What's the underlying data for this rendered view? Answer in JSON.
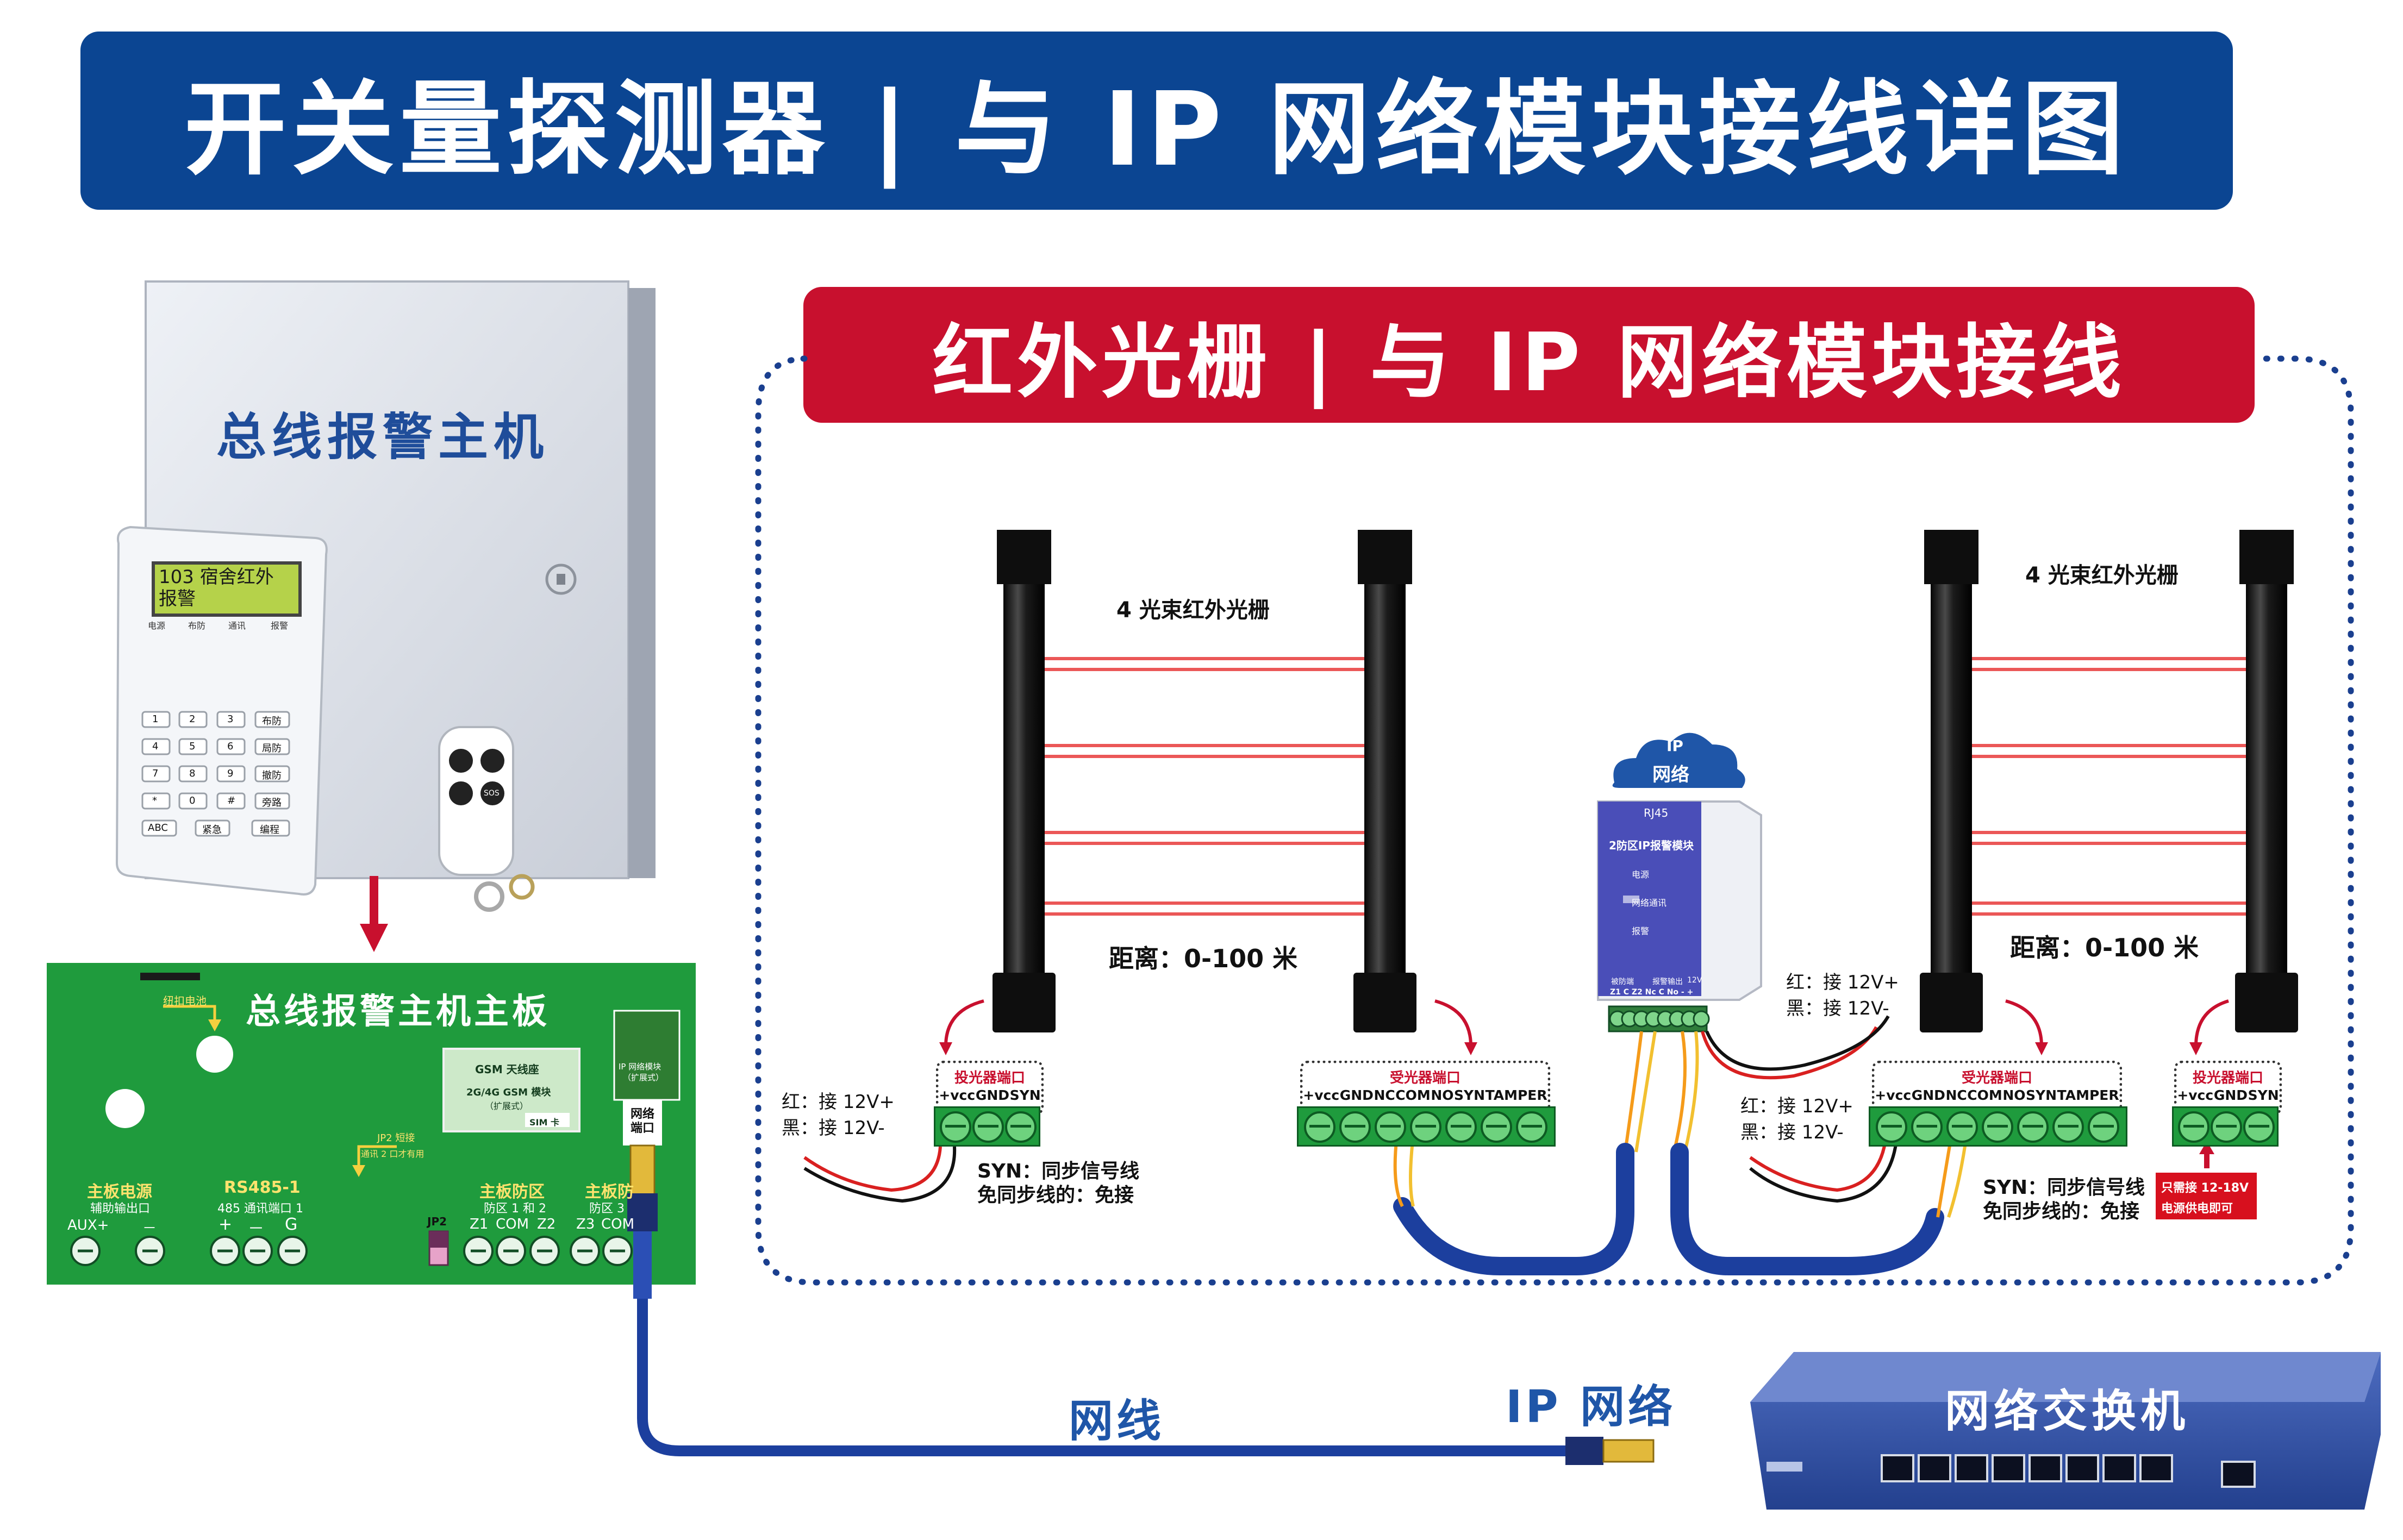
{
  "title": "开关量探测器 | 与 IP 网络模块接线详图",
  "subtitle": "红外光栅 | 与 IP 网络模块接线",
  "alarm_host": {
    "label": "总线报警主机",
    "lcd_text": "103 宿舍红外\n报警",
    "indicators": [
      "电源",
      "布防",
      "通讯",
      "报警"
    ],
    "keys": [
      "1",
      "2",
      "3",
      "布防",
      "4",
      "5",
      "6",
      "局防",
      "7",
      "8",
      "9",
      "撤防",
      "*",
      "0",
      "#",
      "旁路",
      "ABC",
      "紧急",
      "编程"
    ],
    "remote_keys": [
      "SOS"
    ]
  },
  "mainboard": {
    "label": "总线报警主机主板",
    "battery_label": "纽扣电池",
    "gsm": {
      "title": "GSM 天线座",
      "line2": "2G/4G GSM 模块",
      "line3": "（扩展式）",
      "sim": "SIM 卡"
    },
    "ip_module_title": "IP 网络模块",
    "ip_module_sub": "（扩展式）",
    "net_port": "网络端口",
    "jp2_note": "JP2 短接",
    "jp2_note2": "通讯 2 口才有用",
    "jp2_label": "JP2",
    "power": {
      "title": "主板电源",
      "sub": "辅助输出口",
      "aux": "AUX+",
      "minus": "－"
    },
    "rs485": {
      "title": "RS485-1",
      "sub": "485 通讯端口 1",
      "plus": "+",
      "minus": "－",
      "g": "G"
    },
    "zone": {
      "title": "主板防区",
      "sub": "防区 1 和 2",
      "z1": "Z1",
      "com": "COM",
      "z2": "Z2"
    },
    "zone2": {
      "title": "主板防",
      "sub": "防区 3",
      "z3": "Z3",
      "com": "COM"
    }
  },
  "grating_left": {
    "beam_label": "4 光束红外光栅",
    "distance_label": "距离：0-100 米"
  },
  "grating_right": {
    "beam_label": "4 光束红外光栅",
    "distance_label": "距离：0-100 米"
  },
  "terminals": {
    "tx_title": "投光器端口",
    "rx_title": "受光器端口",
    "tx_labels": [
      "+vcc",
      "GND",
      "SYN"
    ],
    "rx_labels": [
      "+vcc",
      "GND",
      "NC",
      "COM",
      "NO",
      "SYN",
      "TAMPER"
    ]
  },
  "notes": {
    "red_12v": "红：接 12V+",
    "black_12v": "黑：接 12V-",
    "syn_line1": "SYN：同步信号线",
    "syn_line2": "免同步线的：免接",
    "power_warning_1": "只需接 12-18V",
    "power_warning_2": "电源供电即可"
  },
  "ip_module": {
    "cloud_line1": "IP",
    "cloud_line2": "网络",
    "rj45": "RJ45",
    "title": "2防区IP报警模块",
    "leds": [
      "电源",
      "网络通讯",
      "报警"
    ],
    "bottom1": "被防端",
    "bottom2": "报警输出",
    "bottom3": "12V",
    "pins": "Z1 C Z2 Nc C No -  +"
  },
  "network": {
    "cable_label": "网线",
    "ip_label": "IP 网络",
    "switch_label": "网络交换机"
  },
  "colors": {
    "title_blue": "#0b4592",
    "subtitle_red": "#c8102e",
    "board_green": "#1f9b3d",
    "cable_blue": "#1c3f9e",
    "switch_blue": "#2d4ea3"
  }
}
